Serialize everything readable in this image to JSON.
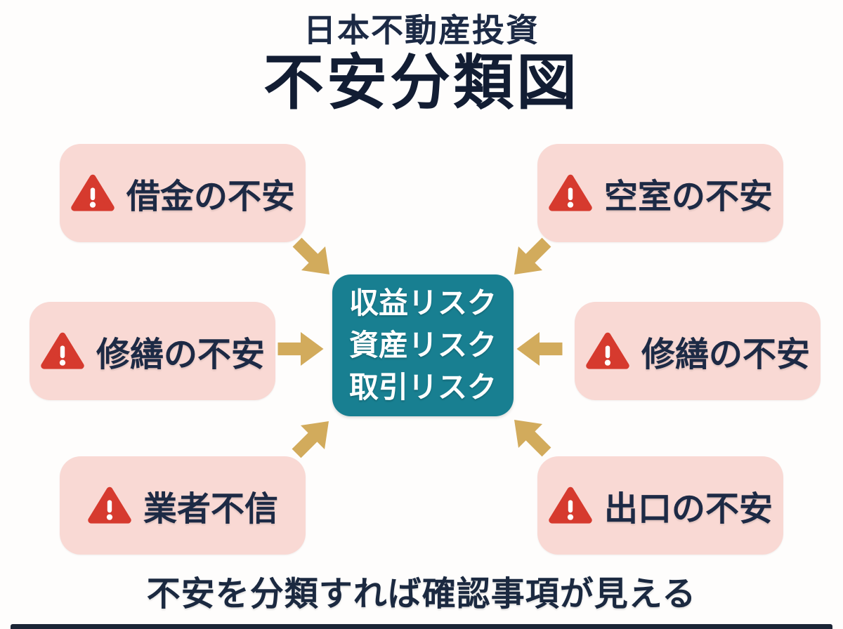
{
  "title": {
    "subtitle": "日本不動産投資",
    "main": "不安分類図"
  },
  "anxiety_boxes": [
    {
      "position": "top-left",
      "label": "借金の不安"
    },
    {
      "position": "top-right",
      "label": "空室の不安"
    },
    {
      "position": "middle-left",
      "label": "修繕の不安"
    },
    {
      "position": "middle-right",
      "label": "修繕の不安"
    },
    {
      "position": "bottom-left",
      "label": "業者不信"
    },
    {
      "position": "bottom-right",
      "label": "出口の不安"
    }
  ],
  "center_box": {
    "lines": [
      "収益リスク",
      "資産リスク",
      "取引リスク"
    ]
  },
  "footer": {
    "caption": "不安を分類すれば確認事項が見える"
  },
  "icons": {
    "warning": "warning-triangle-icon",
    "arrow": "block-arrow-icon"
  },
  "colors": {
    "background": "#fefdfc",
    "title_text": "#121d33",
    "box_background": "#f9d9d4",
    "box_text": "#1d2a45",
    "warning_red": "#d63a2e",
    "arrow_gold": "#d2ab5c",
    "center_background": "#187f91",
    "center_text": "#ffffff",
    "footer_text": "#1b2940",
    "bottom_bar": "#1b2536"
  }
}
